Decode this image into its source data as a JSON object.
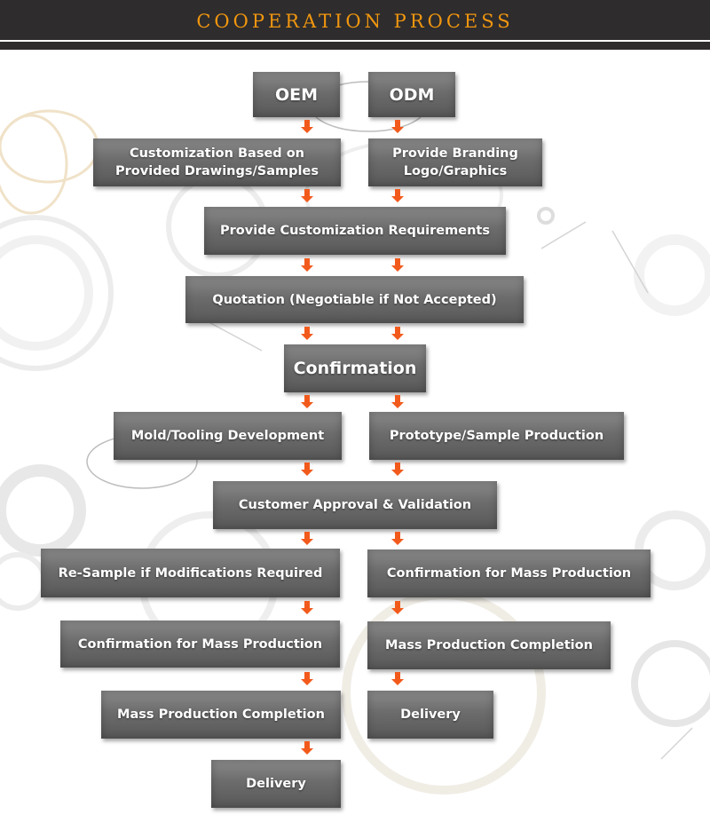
{
  "header": {
    "title": "COOPERATION PROCESS"
  },
  "colors": {
    "header_bg": "#2e2c2d",
    "title": "#f0960f",
    "box": "#6c6c6c",
    "arrow": "#f25a1c"
  },
  "flow": {
    "oem": "OEM",
    "odm": "ODM",
    "customization_drawings": [
      "Customization Based on",
      "Provided Drawings/Samples"
    ],
    "provide_branding": [
      "Provide Branding",
      "Logo/Graphics"
    ],
    "provide_requirements": "Provide Customization Requirements",
    "quotation": "Quotation (Negotiable if Not Accepted)",
    "confirmation": "Confirmation",
    "mold_tooling": "Mold/Tooling Development",
    "prototype_sample": "Prototype/Sample Production",
    "customer_approval": "Customer Approval & Validation",
    "resample": "Re-Sample if Modifications Required",
    "left_confirm_mass": "Confirmation for Mass Production",
    "left_mass_completion": "Mass Production Completion",
    "left_delivery": "Delivery",
    "right_confirm_mass": "Confirmation for Mass Production",
    "right_mass_completion": "Mass Production Completion",
    "right_delivery": "Delivery"
  }
}
